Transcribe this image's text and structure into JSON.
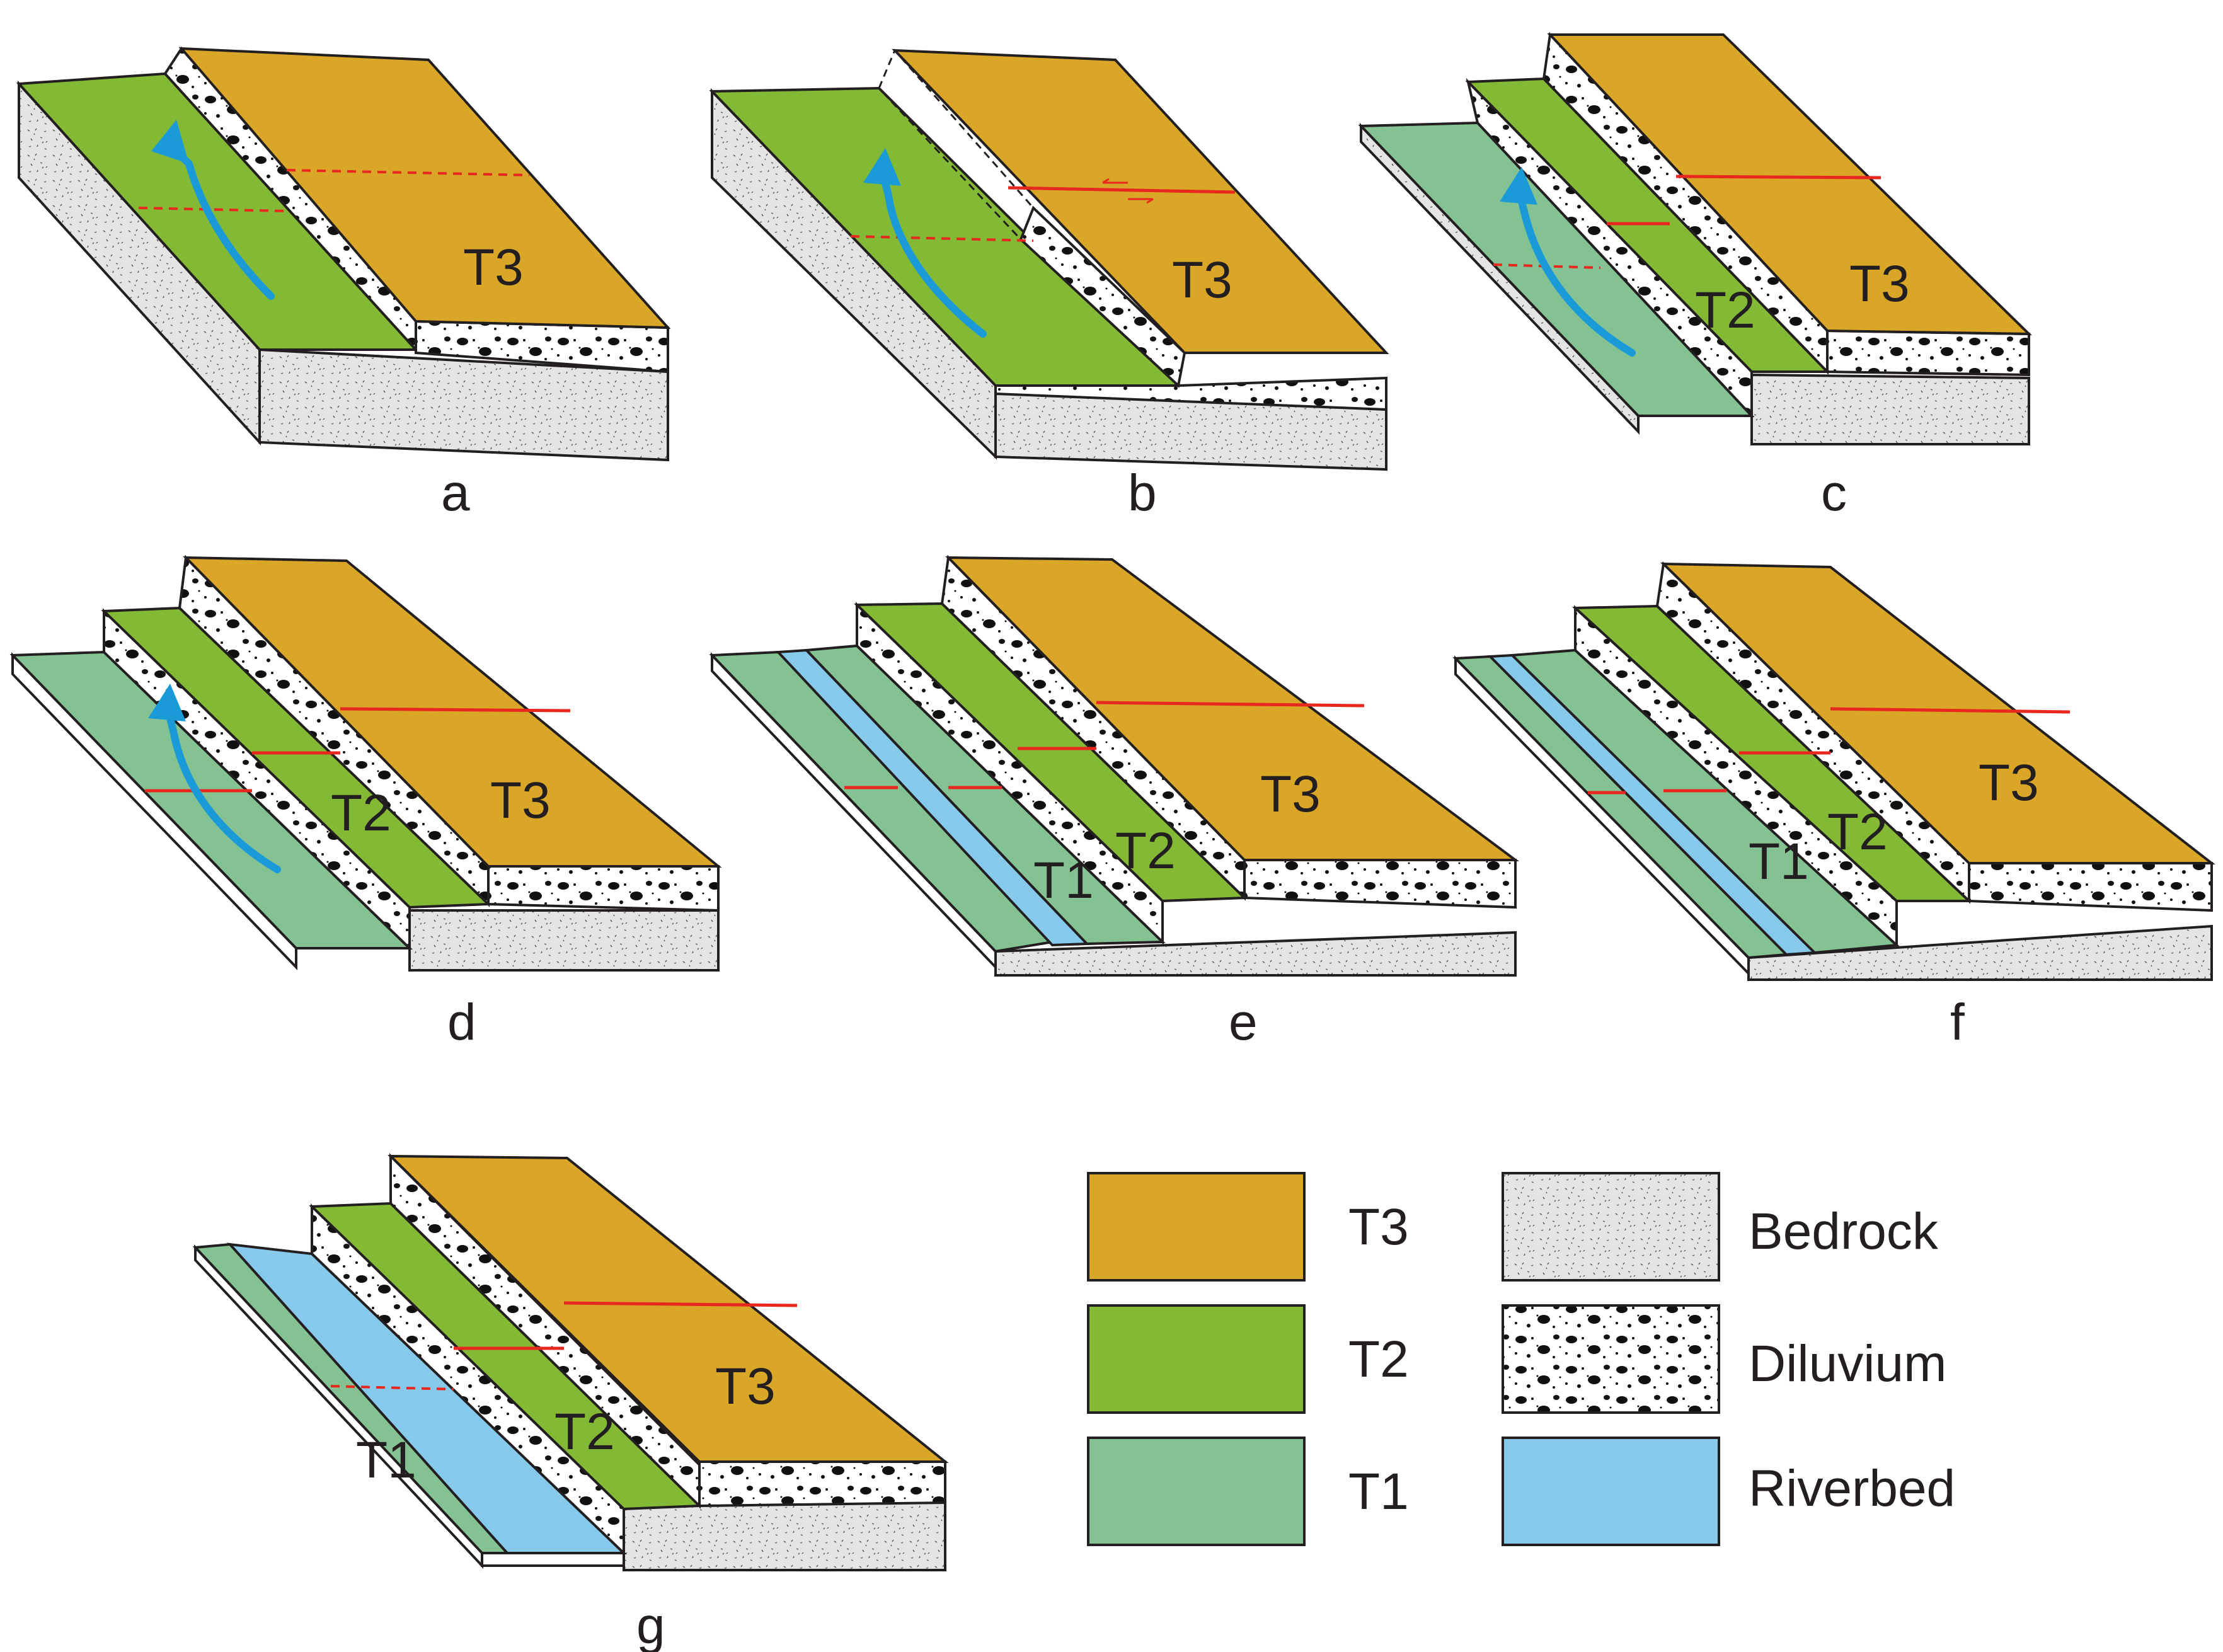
{
  "panels": [
    {
      "letter": "a",
      "labels": {
        "t3": "T3"
      }
    },
    {
      "letter": "b",
      "labels": {
        "t3": "T3"
      }
    },
    {
      "letter": "c",
      "labels": {
        "t3": "T3",
        "t2": "T2"
      }
    },
    {
      "letter": "d",
      "labels": {
        "t3": "T3",
        "t2": "T2"
      }
    },
    {
      "letter": "e",
      "labels": {
        "t3": "T3",
        "t2": "T2",
        "t1": "T1"
      }
    },
    {
      "letter": "f",
      "labels": {
        "t3": "T3",
        "t2": "T2",
        "t1": "T1"
      }
    },
    {
      "letter": "g",
      "labels": {
        "t3": "T3",
        "t2": "T2",
        "t1": "T1"
      }
    }
  ],
  "legend": [
    {
      "label": "T3",
      "color": "#d9a628"
    },
    {
      "label": "T2",
      "color": "#84b935"
    },
    {
      "label": "T1",
      "color": "#84c293"
    },
    {
      "label": "Bedrock",
      "pattern": "bedrock"
    },
    {
      "label": "Diluvium",
      "pattern": "diluvium"
    },
    {
      "label": "Riverbed",
      "color": "#87c9eb"
    }
  ],
  "colors": {
    "t3": "#d9a628",
    "t2": "#84b935",
    "t1": "#84c293",
    "riverbed": "#87c9eb",
    "bedrock": "#e4e4e4",
    "fault": "#e8281e",
    "river_arrow": "#1a9ad6",
    "outline": "#231f20"
  }
}
